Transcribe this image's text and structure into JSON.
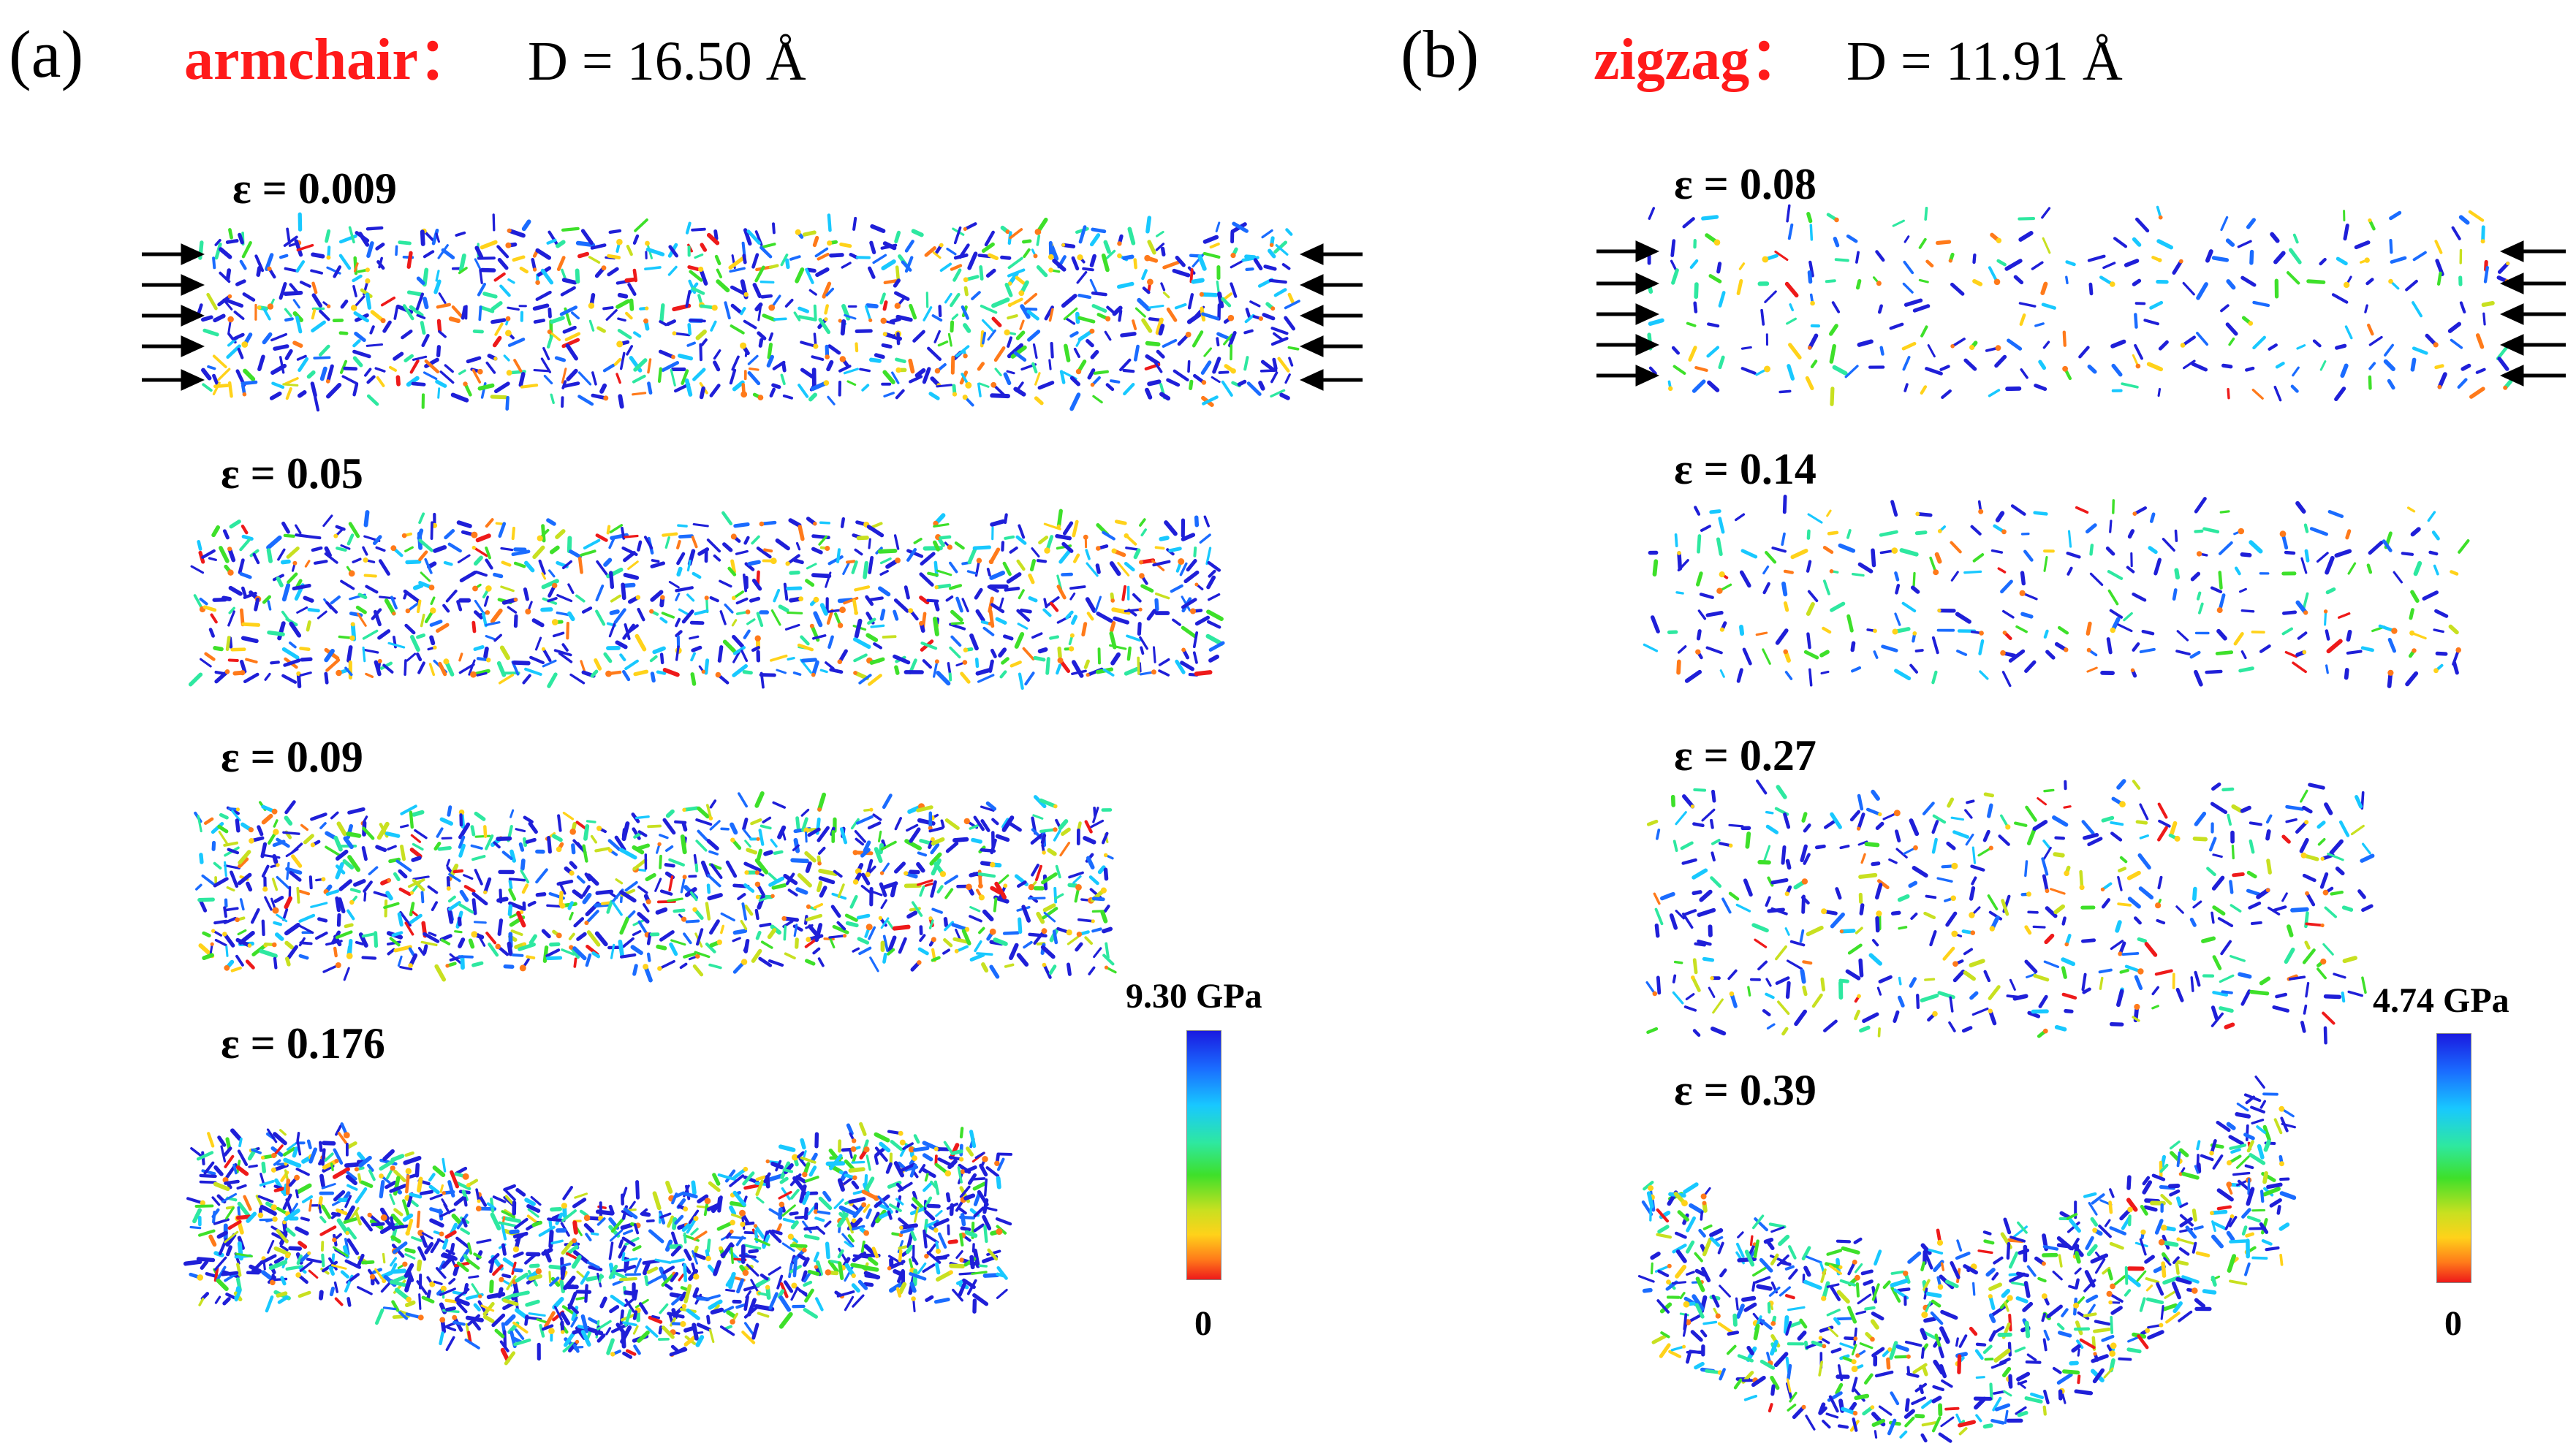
{
  "panel_a": {
    "letter": "(a)",
    "type": "armchair：",
    "diameter": "D = 16.50 Å",
    "strains": [
      "ε = 0.009",
      "ε = 0.05",
      "ε = 0.09",
      "ε = 0.176"
    ],
    "colorbar": {
      "max": "9.30 GPa",
      "min": "0"
    }
  },
  "panel_b": {
    "letter": "(b)",
    "type": "zigzag：",
    "diameter": "D = 11.91 Å",
    "strains": [
      "ε = 0.08",
      "ε = 0.14",
      "ε = 0.27",
      "ε = 0.39"
    ],
    "colorbar": {
      "max": "4.74 GPa",
      "min": "0"
    }
  },
  "colors": {
    "title_accent": "#ff1a1a",
    "stress_scale": [
      "#1a1ae0",
      "#18c8ff",
      "#3ee02a",
      "#ffd21a",
      "#ee1a1a"
    ]
  }
}
